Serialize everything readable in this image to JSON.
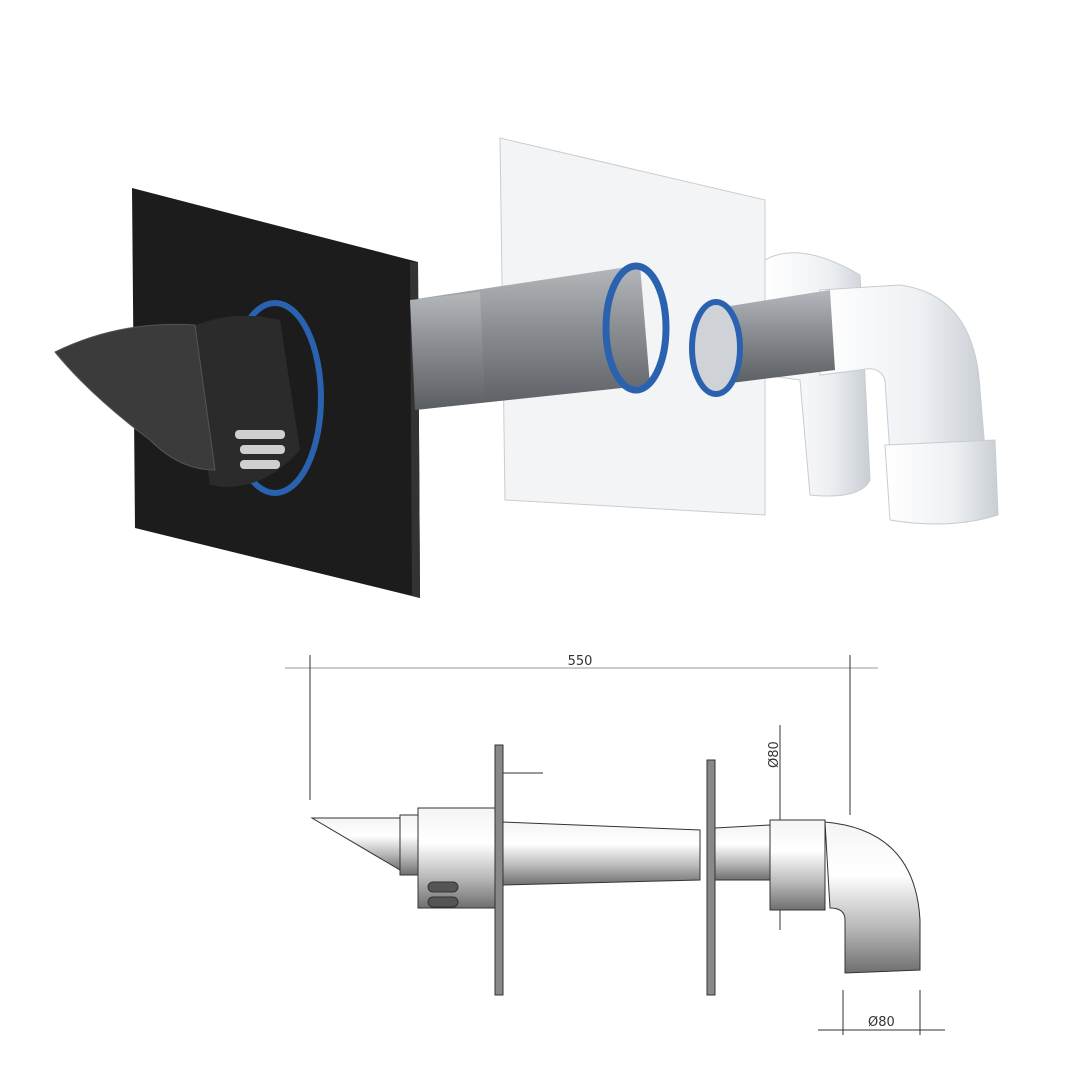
{
  "drawing": {
    "overall_length": "550",
    "pipe_diameter_label": "Ø80",
    "outlet_diameter_label": "Ø80"
  },
  "colors": {
    "wall_plate": "#1c1c1c",
    "seal_ring": "#2a62b0",
    "pipe": "#8e9296",
    "elbow": "#eef1f4"
  }
}
